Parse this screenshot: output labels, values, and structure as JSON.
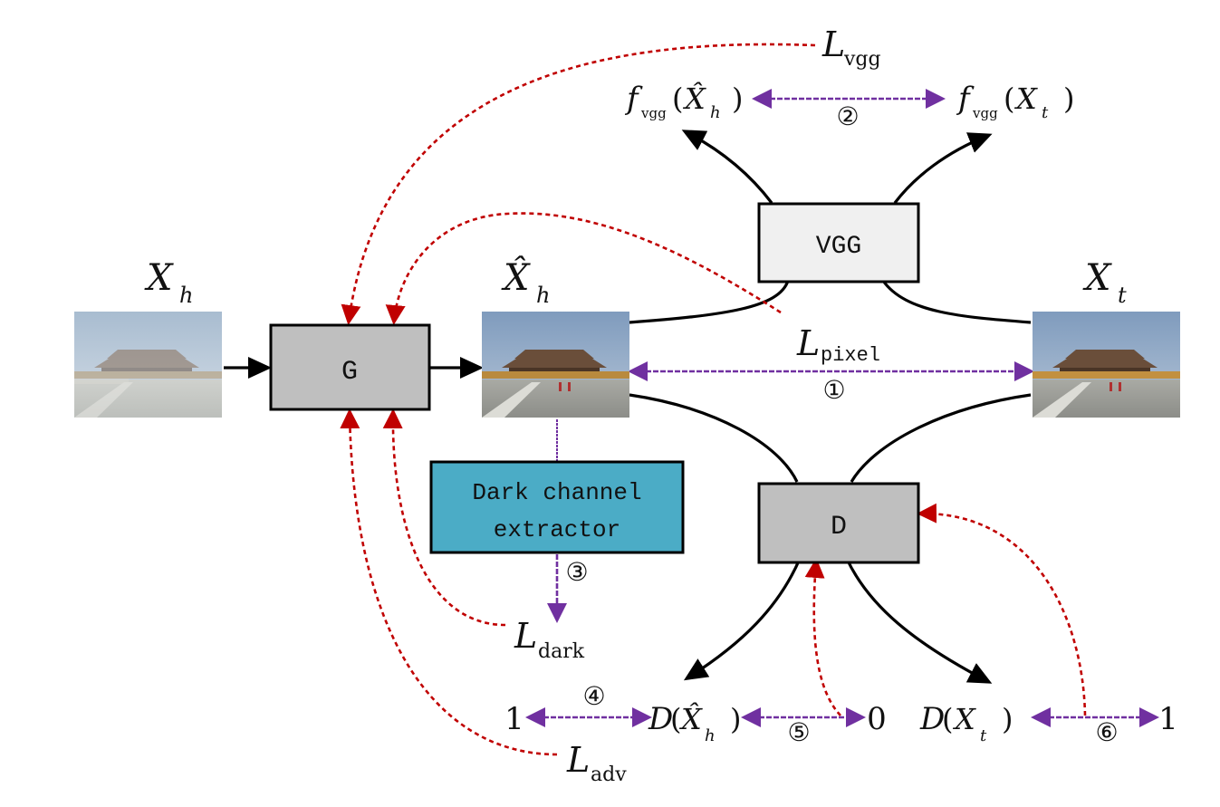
{
  "diagram": {
    "title": "",
    "colors": {
      "generator_fill": "#bfbfbf",
      "vgg_fill": "#f0f0f0",
      "discriminator_fill": "#bfbfbf",
      "dark_channel_fill": "#4bacc6",
      "loss_feedback": "#c00000",
      "loss_compare": "#7030a0",
      "flow": "#000000"
    },
    "nodes": {
      "hazy_image": {
        "label_main": "X",
        "label_sub": "h",
        "kind": "image",
        "description": "hazy input image"
      },
      "generator": {
        "label": "G",
        "kind": "block"
      },
      "dehazed_image": {
        "label_main": "X̂",
        "label_sub": "h",
        "kind": "image",
        "description": "dehazed output image"
      },
      "target_image": {
        "label_main": "X",
        "label_sub": "t",
        "kind": "image",
        "description": "ground truth image"
      },
      "vgg": {
        "label": "VGG",
        "kind": "block"
      },
      "discriminator": {
        "label": "D",
        "kind": "block"
      },
      "dark_channel": {
        "label_line1": "Dark channel",
        "label_line2": "extractor",
        "kind": "block"
      },
      "f_vgg_hat": {
        "func": "f",
        "func_sub": "vgg",
        "arg": "X̂",
        "arg_sub": "h"
      },
      "f_vgg_t": {
        "func": "f",
        "func_sub": "vgg",
        "arg": "X",
        "arg_sub": "t"
      },
      "d_hat": {
        "func": "D",
        "arg": "X̂",
        "arg_sub": "h"
      },
      "d_t": {
        "func": "D",
        "arg": "X",
        "arg_sub": "t"
      }
    },
    "losses": {
      "vgg": {
        "main": "L",
        "sub": "vgg",
        "marker": "②"
      },
      "pixel": {
        "main": "L",
        "sub": "pixel",
        "marker": "①"
      },
      "dark": {
        "main": "L",
        "sub": "dark",
        "marker": "③"
      },
      "adv": {
        "main": "L",
        "sub": "adv"
      }
    },
    "targets": {
      "adv_real_label": "1",
      "adv_marker": "④",
      "fake_label": "0",
      "fake_marker": "⑤",
      "real_label": "1",
      "real_marker": "⑥"
    }
  }
}
